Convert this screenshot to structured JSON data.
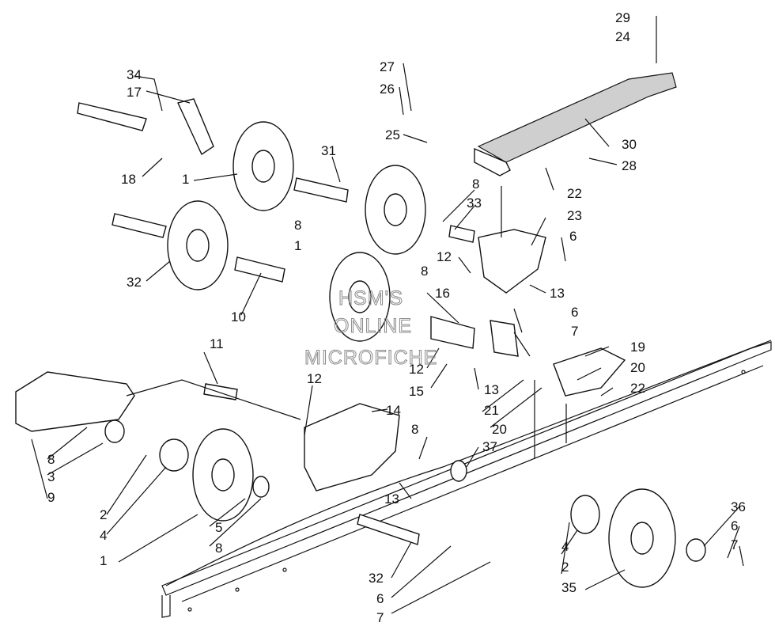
{
  "watermark": [
    "HSM'S",
    "ONLINE",
    "MICROFICHE"
  ],
  "callouts": [
    "29",
    "24",
    "27",
    "26",
    "25",
    "28",
    "30",
    "22",
    "34",
    "17",
    "18",
    "31",
    "1",
    "8",
    "33",
    "23",
    "6",
    "12",
    "13",
    "32",
    "10",
    "16",
    "7",
    "19",
    "20",
    "21",
    "11",
    "15",
    "14",
    "37",
    "9",
    "3",
    "2",
    "4",
    "5",
    "36",
    "35"
  ]
}
